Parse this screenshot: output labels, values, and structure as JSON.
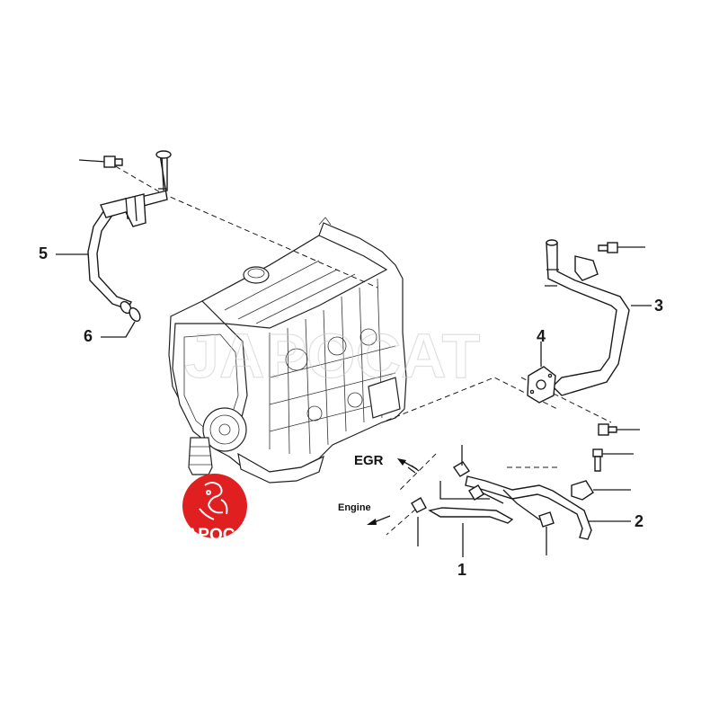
{
  "diagram": {
    "callouts": [
      "1",
      "2",
      "3",
      "4",
      "5",
      "6"
    ],
    "flow_labels": {
      "egr": "EGR",
      "engine": "Engine"
    },
    "watermark": "JAPOCAT",
    "logo": {
      "text": "JAPOCAT",
      "color": "#e02020"
    }
  }
}
